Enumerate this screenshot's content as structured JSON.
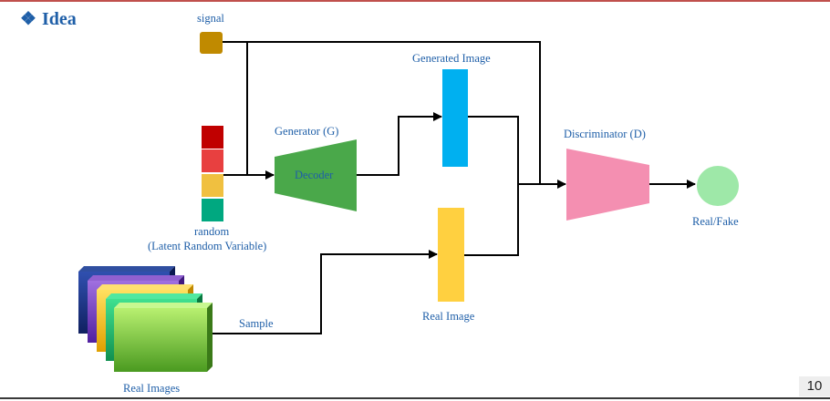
{
  "slide": {
    "title": "Idea",
    "title_glyph": "❖",
    "page_number": "10"
  },
  "diagram": {
    "signal_label": "signal",
    "random_label": "random",
    "latent_label": "(Latent Random Variable)",
    "generator_label": "Generator (G)",
    "decoder_label": "Decoder",
    "generated_image_label": "Generated Image",
    "discriminator_label": "Discriminator (D)",
    "output_label": "Real/Fake",
    "real_image_label": "Real Image",
    "sample_label": "Sample",
    "real_images_label": "Real Images"
  },
  "colors": {
    "accent_text": "#1f5fa8",
    "signal": "#c08a00",
    "generator": "#4aa84a",
    "generated_image": "#00b0f0",
    "real_image": "#ffd040",
    "discriminator": "#f48fb1",
    "output": "#9ee8a8",
    "random_blocks": [
      "#c00000",
      "#e84040",
      "#f0c040",
      "#00a880"
    ]
  }
}
